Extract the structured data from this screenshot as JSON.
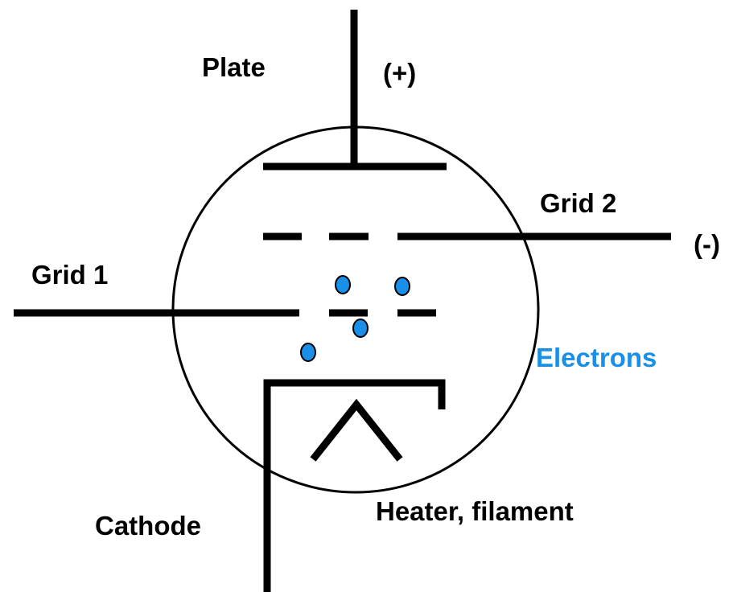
{
  "labels": {
    "plate": "Plate",
    "plate_polarity": "(+)",
    "grid2": "Grid 2",
    "grid2_polarity": "(-)",
    "grid1": "Grid 1",
    "electrons": "Electrons",
    "heater": "Heater, filament",
    "cathode": "Cathode"
  },
  "colors": {
    "line": "#000000",
    "electron_fill": "#1a8fe8",
    "electron_label": "#1a8fe8",
    "background": "#ffffff"
  }
}
